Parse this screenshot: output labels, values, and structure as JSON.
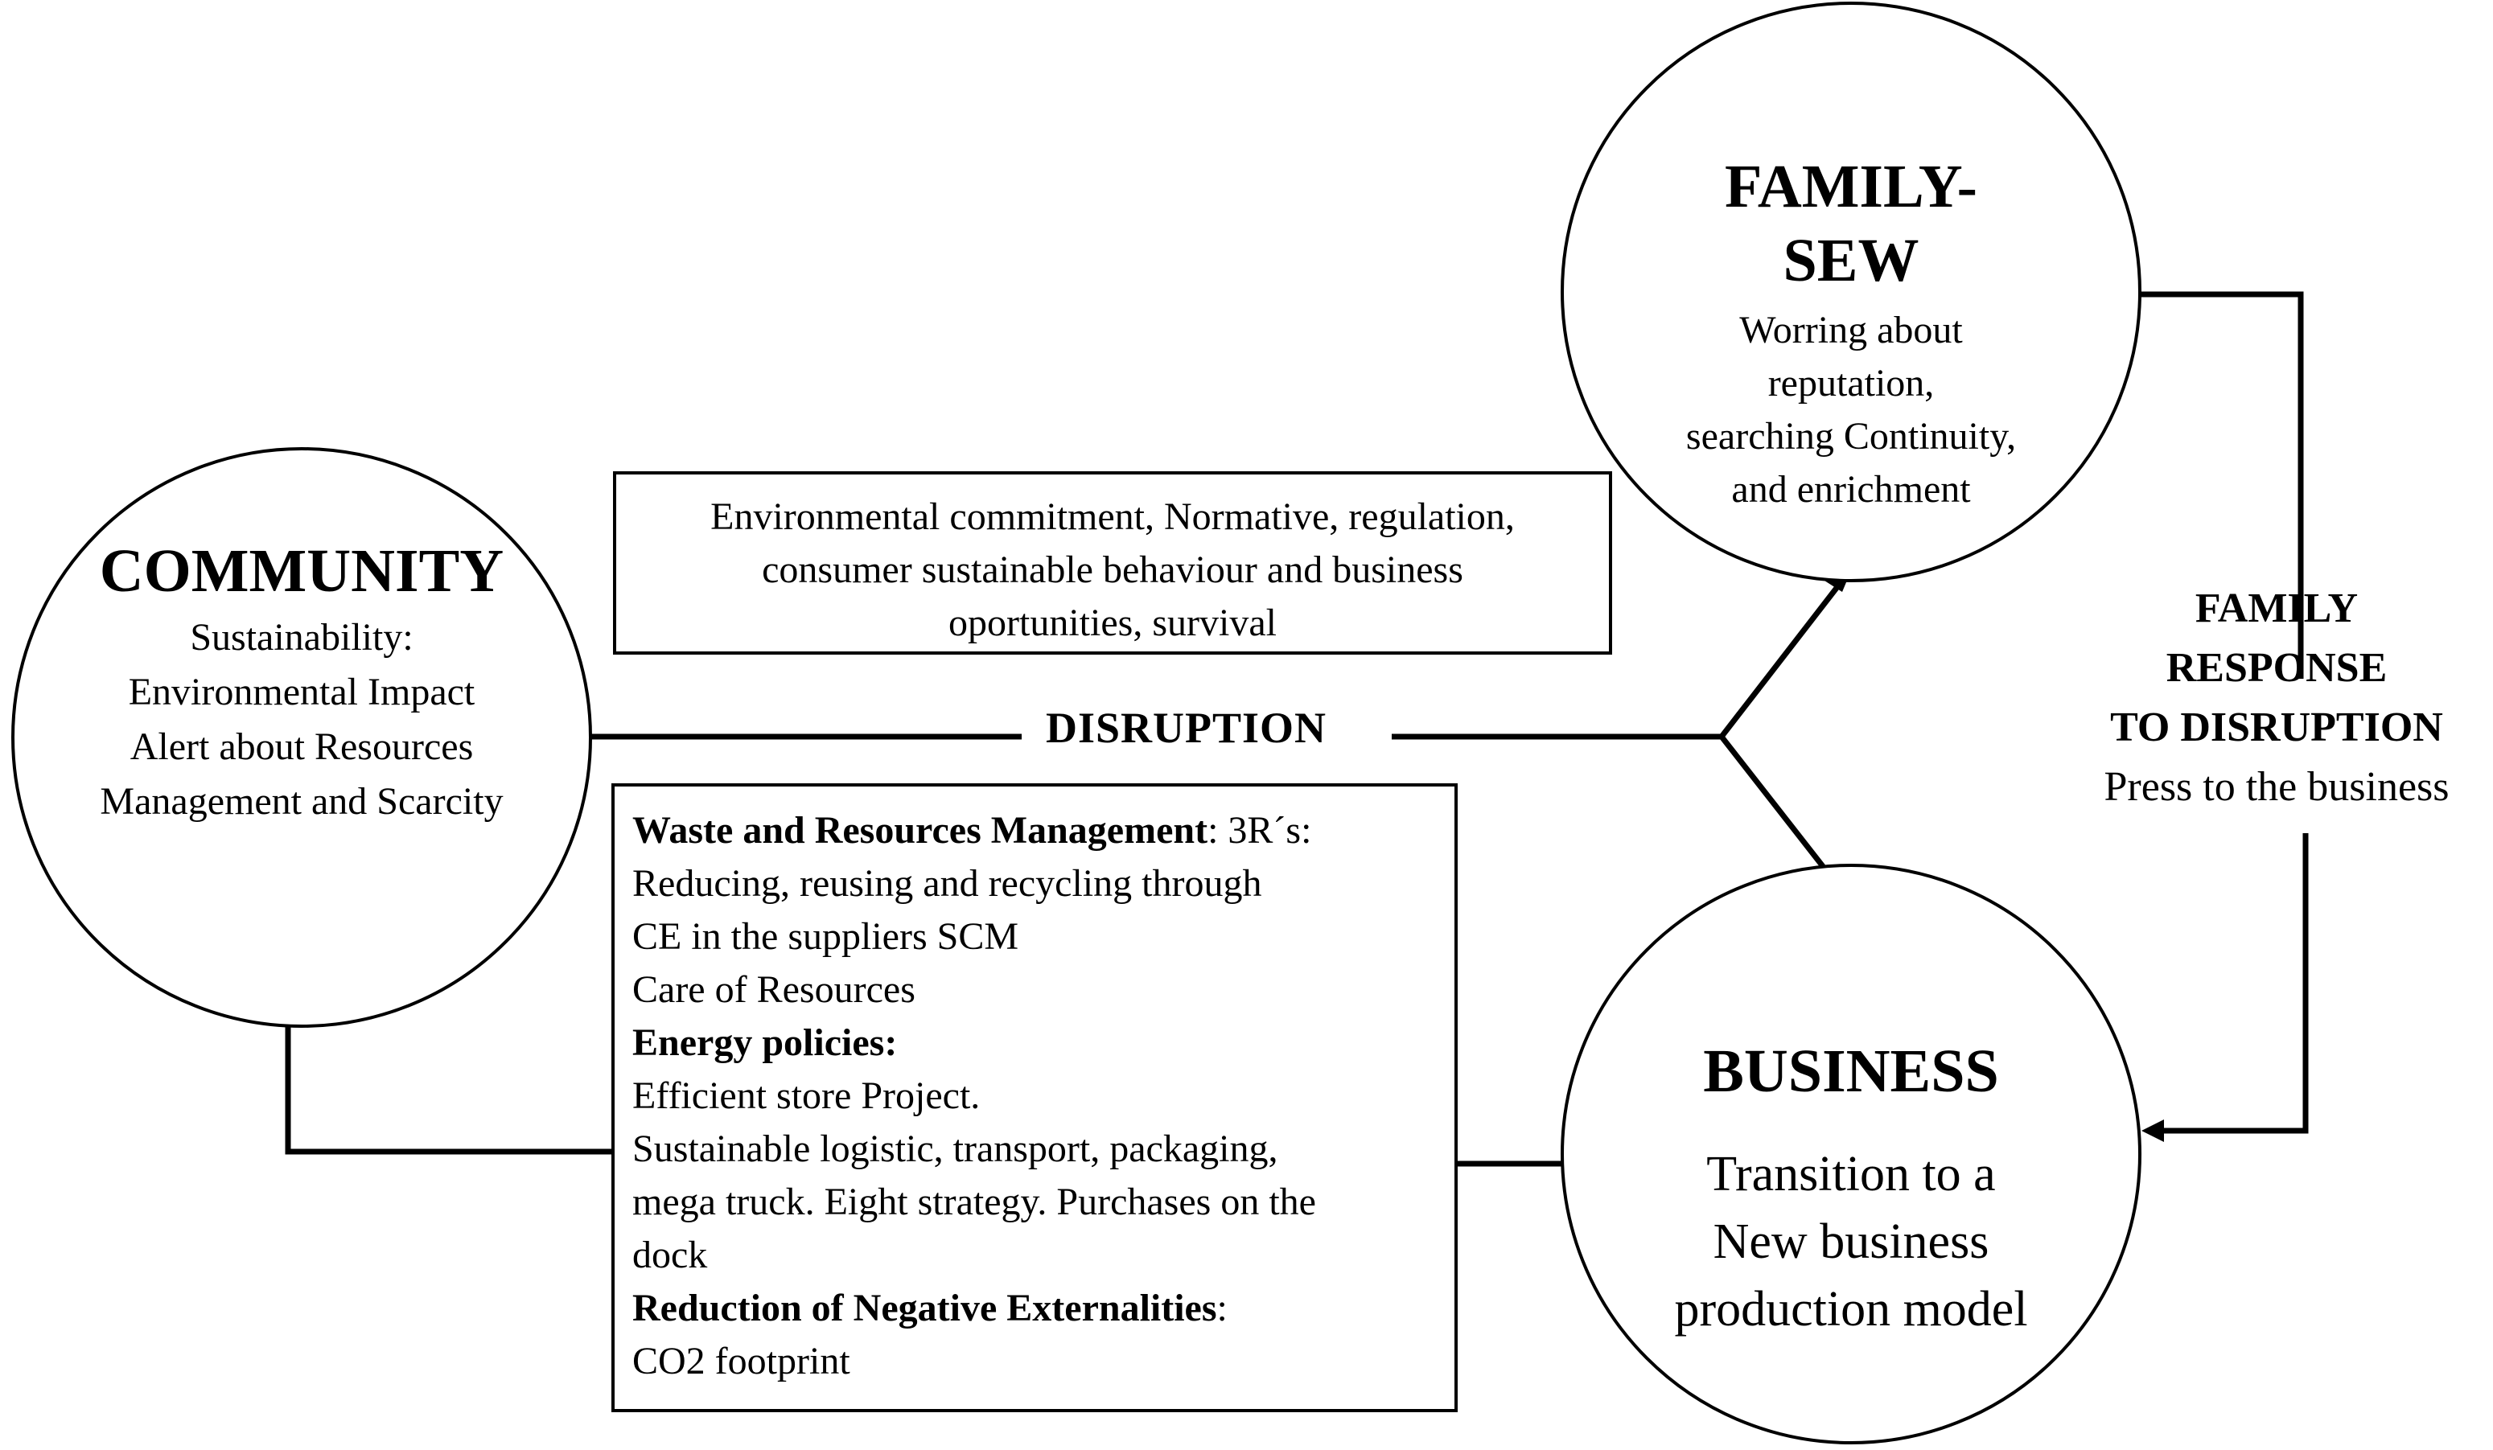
{
  "community": {
    "title": "COMMUNITY",
    "lines": [
      "Sustainability:",
      "Environmental Impact",
      "Alert about Resources",
      "Management and Scarcity"
    ]
  },
  "family": {
    "title_line1": "FAMILY-",
    "title_line2": "SEW",
    "lines": [
      "Worring about",
      "reputation,",
      "searching Continuity,",
      "and enrichment"
    ]
  },
  "business": {
    "title": "BUSINESS",
    "lines": [
      "Transition to a",
      "New business",
      "production model"
    ]
  },
  "drivers_box": {
    "lines": [
      "Environmental commitment, Normative, regulation,",
      "consumer sustainable behaviour and business",
      "oportunities, survival"
    ]
  },
  "disruption_label": "DISRUPTION",
  "family_response": {
    "lines": [
      "FAMILY",
      "RESPONSE",
      "TO DISRUPTION"
    ],
    "sub": "Press to the business"
  },
  "actions_box": {
    "waste_bold": "Waste and Resources Management",
    "waste_rest": ": 3R´s:",
    "lines_a": [
      "Reducing, reusing and recycling through",
      "CE in the suppliers SCM",
      "Care of Resources"
    ],
    "energy_bold": "Energy policies:",
    "lines_b": [
      "Efficient store Project.",
      "Sustainable logistic, transport, packaging,",
      "mega truck. Eight strategy. Purchases on the",
      "dock"
    ],
    "reduction_bold": "Reduction of Negative Externalities",
    "reduction_rest": ":",
    "lines_c": [
      "CO2 footprint"
    ]
  }
}
